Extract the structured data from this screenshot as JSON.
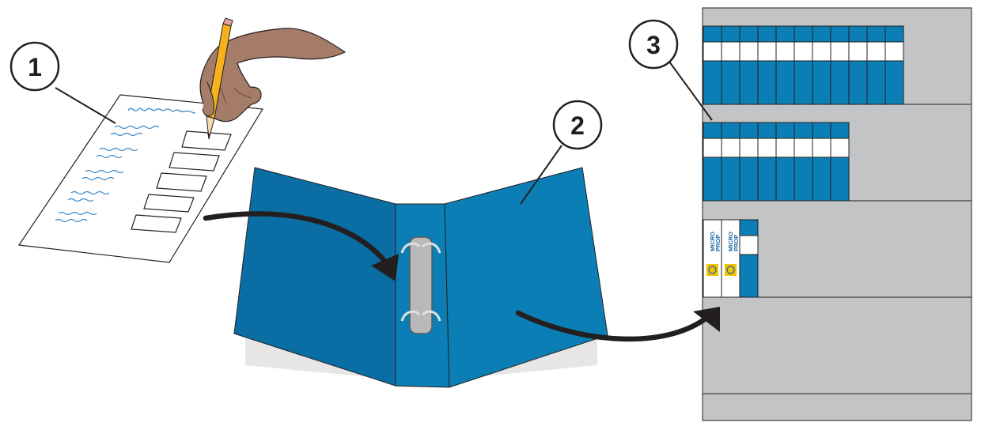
{
  "diagram": {
    "steps": [
      {
        "number": "1",
        "subject": "paper-form"
      },
      {
        "number": "2",
        "subject": "ring-binder"
      },
      {
        "number": "3",
        "subject": "binder-shelf"
      }
    ],
    "binder_brand": {
      "line1": "MICRO",
      "line2": "PROP"
    },
    "shelf": {
      "row1_binders": 11,
      "row2_binders": 8,
      "row3_branded_binders": 2,
      "row3_plain_binders": 1
    },
    "colors": {
      "binder_blue": "#0b7fb5",
      "binder_dark": "#0a6da3",
      "shelf_gray": "#c3c4c6",
      "arrow": "#231f20",
      "ink_blue": "#3a88c8",
      "pencil": "#f5b21b",
      "skin": "#a57c67",
      "logo_yellow": "#f2c100"
    }
  }
}
